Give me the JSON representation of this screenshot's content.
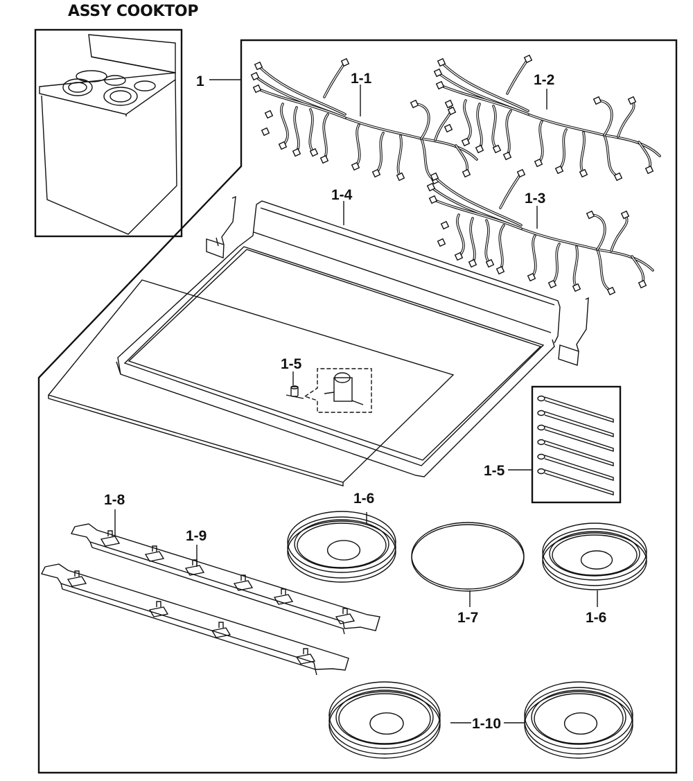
{
  "title": "ASSY COOKTOP",
  "callouts": [
    {
      "id": "1",
      "part": "cooktop-assembly"
    },
    {
      "id": "1-1",
      "part": "wire-harness"
    },
    {
      "id": "1-2",
      "part": "wire-harness"
    },
    {
      "id": "1-3",
      "part": "wire-harness"
    },
    {
      "id": "1-4",
      "part": "cooktop-glass-frame"
    },
    {
      "id": "1-5",
      "part": "sensor-switch"
    },
    {
      "id": "1-5",
      "part": "cable-ties"
    },
    {
      "id": "1-6",
      "part": "burner-element"
    },
    {
      "id": "1-7",
      "part": "heating-disc"
    },
    {
      "id": "1-6",
      "part": "burner-element"
    },
    {
      "id": "1-8",
      "part": "mounting-bracket"
    },
    {
      "id": "1-9",
      "part": "bracket-clip"
    },
    {
      "id": "1-10",
      "part": "burner-element"
    }
  ],
  "labels": {
    "main": "1",
    "harness_1": "1-1",
    "harness_2": "1-2",
    "harness_3": "1-3",
    "frame": "1-4",
    "sensor": "1-5",
    "ties": "1-5",
    "burner_left": "1-6",
    "disc": "1-7",
    "burner_right": "1-6",
    "bracket": "1-8",
    "clip": "1-9",
    "burners_bottom": "1-10"
  }
}
